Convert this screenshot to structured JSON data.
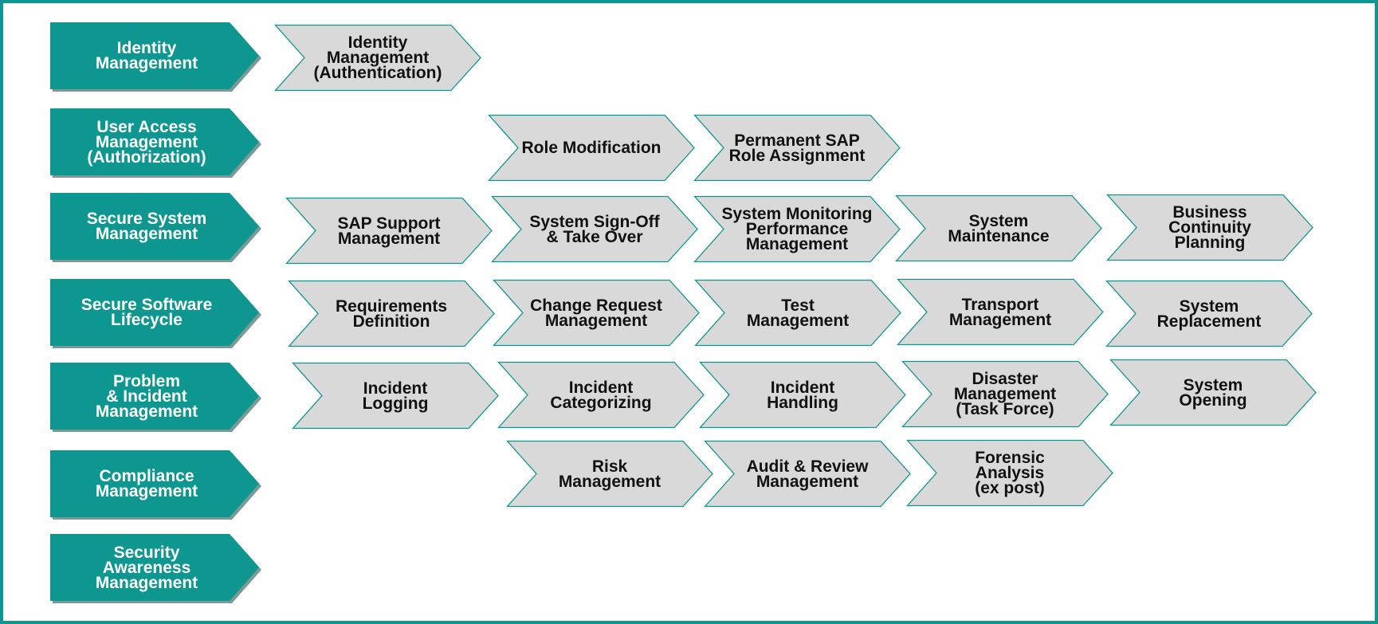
{
  "colors": {
    "category_fill": "#0e9690",
    "category_shadow": "#7a9a98",
    "process_fill": "#d9d9d9",
    "process_stroke": "#0e9690",
    "process_text": "#111111",
    "border": "#0e9690"
  },
  "categories": [
    {
      "id": "identity-management",
      "lines": [
        "Identity",
        "Management"
      ]
    },
    {
      "id": "user-access-management",
      "lines": [
        "User Access",
        "Management",
        "(Authorization)"
      ]
    },
    {
      "id": "secure-system-management",
      "lines": [
        "Secure System",
        "Management"
      ]
    },
    {
      "id": "secure-software-lifecycle",
      "lines": [
        "Secure Software",
        "Lifecycle"
      ]
    },
    {
      "id": "problem-incident-management",
      "lines": [
        "Problem",
        "& Incident",
        "Management"
      ]
    },
    {
      "id": "compliance-management",
      "lines": [
        "Compliance",
        "Management"
      ]
    },
    {
      "id": "security-awareness-management",
      "lines": [
        "Security",
        "Awareness",
        "Management"
      ]
    }
  ],
  "processes": [
    {
      "id": "identity-management-authentication",
      "row": 0,
      "lines": [
        "Identity",
        "Management",
        "(Authentication)"
      ]
    },
    {
      "id": "role-modification",
      "row": 1,
      "lines": [
        "Role Modification"
      ]
    },
    {
      "id": "permanent-sap-role-assignment",
      "row": 1,
      "lines": [
        "Permanent SAP",
        "Role Assignment"
      ]
    },
    {
      "id": "sap-support-management",
      "row": 2,
      "lines": [
        "SAP Support",
        "Management"
      ]
    },
    {
      "id": "system-sign-off-take-over",
      "row": 2,
      "lines": [
        "System Sign-Off",
        "& Take Over"
      ]
    },
    {
      "id": "system-monitoring-performance-management",
      "row": 2,
      "lines": [
        "System Monitoring",
        "Performance",
        "Management"
      ]
    },
    {
      "id": "system-maintenance",
      "row": 2,
      "lines": [
        "System",
        "Maintenance"
      ]
    },
    {
      "id": "business-continuity-planning",
      "row": 2,
      "lines": [
        "Business",
        "Continuity",
        "Planning"
      ]
    },
    {
      "id": "requirements-definition",
      "row": 3,
      "lines": [
        "Requirements",
        "Definition"
      ]
    },
    {
      "id": "change-request-management",
      "row": 3,
      "lines": [
        "Change Request",
        "Management"
      ]
    },
    {
      "id": "test-management",
      "row": 3,
      "lines": [
        "Test",
        "Management"
      ]
    },
    {
      "id": "transport-management",
      "row": 3,
      "lines": [
        "Transport",
        "Management"
      ]
    },
    {
      "id": "system-replacement",
      "row": 3,
      "lines": [
        "System",
        "Replacement"
      ]
    },
    {
      "id": "incident-logging",
      "row": 4,
      "lines": [
        "Incident",
        "Logging"
      ]
    },
    {
      "id": "incident-categorizing",
      "row": 4,
      "lines": [
        "Incident",
        "Categorizing"
      ]
    },
    {
      "id": "incident-handling",
      "row": 4,
      "lines": [
        "Incident",
        "Handling"
      ]
    },
    {
      "id": "disaster-management-task-force",
      "row": 4,
      "lines": [
        "Disaster",
        "Management",
        "(Task Force)"
      ]
    },
    {
      "id": "system-opening",
      "row": 4,
      "lines": [
        "System",
        "Opening"
      ]
    },
    {
      "id": "risk-management",
      "row": 5,
      "lines": [
        "Risk",
        "Management"
      ]
    },
    {
      "id": "audit-review-management",
      "row": 5,
      "lines": [
        "Audit & Review",
        "Management"
      ]
    },
    {
      "id": "forensic-analysis-ex-post",
      "row": 5,
      "lines": [
        "Forensic",
        "Analysis",
        "(ex post)"
      ]
    }
  ]
}
